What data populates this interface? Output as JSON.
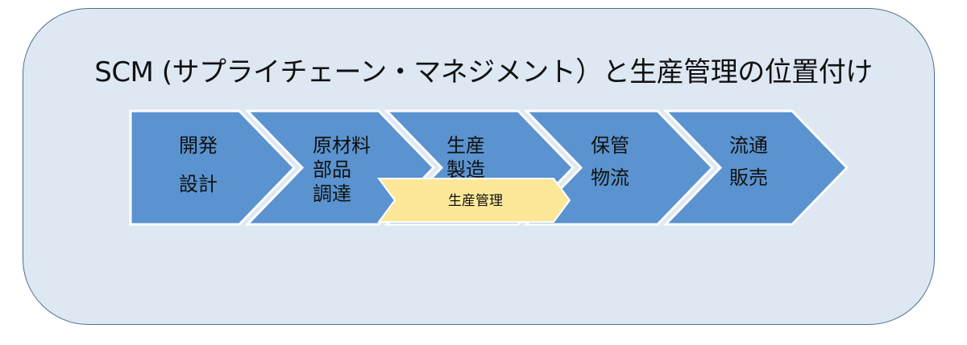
{
  "title": "SCM (サプライチェーン・マネジメント）と生産管理の位置付け",
  "stages": [
    {
      "lines": [
        "開発",
        "設計"
      ]
    },
    {
      "lines": [
        "原材料",
        "部品",
        "調達"
      ]
    },
    {
      "lines": [
        "生産",
        "製造"
      ]
    },
    {
      "lines": [
        "保管",
        "物流"
      ]
    },
    {
      "lines": [
        "流通",
        "販売"
      ]
    }
  ],
  "overlay": {
    "label": "生産管理"
  },
  "colors": {
    "panel_fill": "#dde8f3",
    "panel_border": "#4e6d8f",
    "chevron_fill": "#5a93cf",
    "overlay_fill": "#fde89a"
  }
}
